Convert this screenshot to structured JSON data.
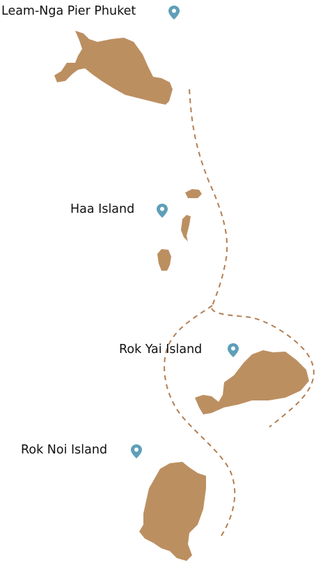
{
  "colors": {
    "land": "#BC8F61",
    "route": "#B47E52",
    "pin": "#5E9FB8",
    "text": "#111111",
    "background": "#FFFFFF"
  },
  "icons": {
    "location_pin": "map-pin-icon"
  },
  "locations": [
    {
      "name": "Leam-Nga Pier Phuket"
    },
    {
      "name": "Haa Island"
    },
    {
      "name": "Rok Yai Island"
    },
    {
      "name": "Rok Noi Island"
    }
  ]
}
